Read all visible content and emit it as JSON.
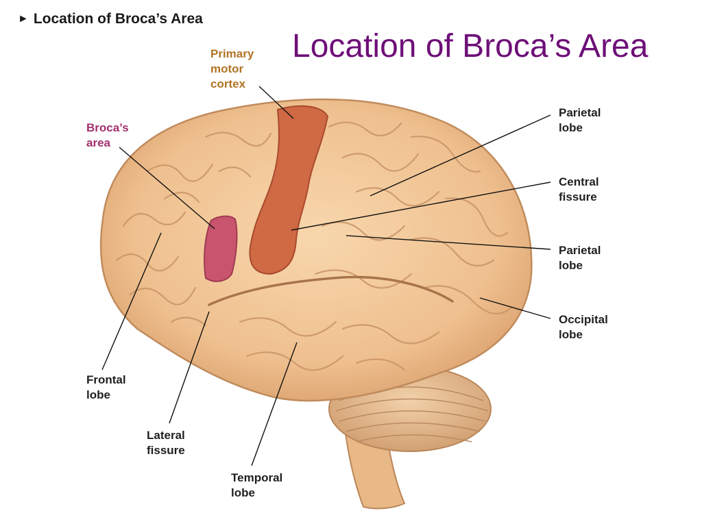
{
  "header": {
    "caption": "Location of Broca’s Area",
    "arrow_icon": "triangle-right-icon"
  },
  "slide": {
    "title": "Location of Broca’s Area"
  },
  "colors": {
    "title": "#6e0f78",
    "motor_label": "#b07424",
    "broca_label": "#a3306e",
    "brain": "#f1c596",
    "motor_cortex": "#cf6a45",
    "broca_area": "#c8556d"
  },
  "labels": {
    "primary_motor_cortex": [
      "Primary",
      "motor",
      "cortex"
    ],
    "broca_area": [
      "Broca’s",
      "area"
    ],
    "parietal_lobe_top": [
      "Parietal",
      "lobe"
    ],
    "central_fissure": [
      "Central",
      "fissure"
    ],
    "parietal_lobe_mid": [
      "Parietal",
      "lobe"
    ],
    "occipital_lobe": [
      "Occipital",
      "lobe"
    ],
    "frontal_lobe": [
      "Frontal",
      "lobe"
    ],
    "lateral_fissure": [
      "Lateral",
      "fissure"
    ],
    "temporal_lobe": [
      "Temporal",
      "lobe"
    ]
  }
}
